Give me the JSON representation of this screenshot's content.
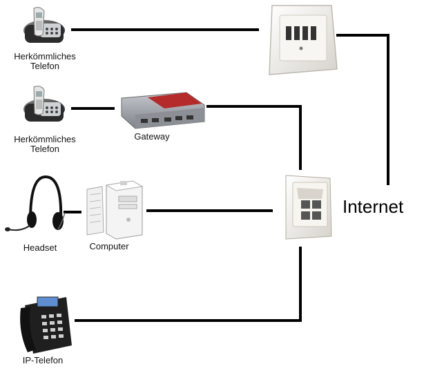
{
  "devices": {
    "phone1": {
      "label_line1": "Herkömmliches",
      "label_line2": "Telefon"
    },
    "phone2": {
      "label_line1": "Herkömmliches",
      "label_line2": "Telefon"
    },
    "gateway": {
      "label": "Gateway"
    },
    "headset": {
      "label": "Headset"
    },
    "computer": {
      "label": "Computer"
    },
    "ip_phone": {
      "label": "IP-Telefon"
    }
  },
  "network": {
    "label": "Internet"
  },
  "colors": {
    "line": "#000000",
    "router_red": "#b52a2a",
    "router_grey": "#9a9ea4",
    "socket_white": "#f2f0ec"
  }
}
